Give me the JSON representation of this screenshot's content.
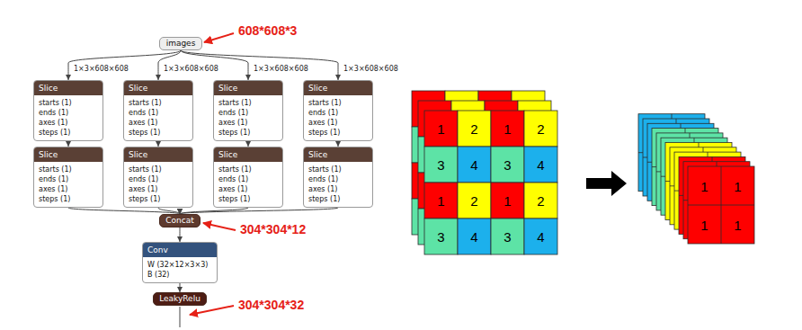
{
  "diagram": {
    "nodes": [
      {
        "text": [
          "images"
        ]
      },
      {
        "text": [
          "Slice",
          "starts (1)",
          "ends (1)",
          "axes (1)",
          "steps (1)"
        ]
      },
      {
        "text": [
          "Slice",
          "starts (1)",
          "ends (1)",
          "axes (1)",
          "steps (1)"
        ]
      },
      {
        "text": [
          "Slice",
          "starts (1)",
          "ends (1)",
          "axes (1)",
          "steps (1)"
        ]
      },
      {
        "text": [
          "Slice",
          "starts (1)",
          "ends (1)",
          "axes (1)",
          "steps (1)"
        ]
      },
      {
        "text": [
          "Slice",
          "starts (1)",
          "ends (1)",
          "axes (1)",
          "steps (1)"
        ]
      },
      {
        "text": [
          "Slice",
          "starts (1)",
          "ends (1)",
          "axes (1)",
          "steps (1)"
        ]
      },
      {
        "text": [
          "Slice",
          "starts (1)",
          "ends (1)",
          "axes (1)",
          "steps (1)"
        ]
      },
      {
        "text": [
          "Slice",
          "starts (1)",
          "ends (1)",
          "axes (1)",
          "steps (1)"
        ]
      },
      {
        "text": [
          "Concat"
        ]
      },
      {
        "text": [
          "Conv",
          "W (32×12×3×3)",
          "B (32)"
        ]
      },
      {
        "text": [
          "LeakyRelu"
        ]
      }
    ],
    "edges": [
      {
        "from": 0,
        "to": 1,
        "arrow": "to",
        "label": "1×3×608×608"
      },
      {
        "from": 0,
        "to": 2,
        "arrow": "to",
        "label": "1×3×608×608"
      },
      {
        "from": 0,
        "to": 3,
        "arrow": "to",
        "label": "1×3×608×608"
      },
      {
        "from": 0,
        "to": 4,
        "arrow": "to",
        "label": "1×3×608×608"
      },
      {
        "from": 1,
        "to": 5,
        "arrow": "to"
      },
      {
        "from": 2,
        "to": 6,
        "arrow": "to"
      },
      {
        "from": 3,
        "to": 7,
        "arrow": "to"
      },
      {
        "from": 4,
        "to": 8,
        "arrow": "to"
      },
      {
        "from": 5,
        "to": 9,
        "arrow": "to"
      },
      {
        "from": 6,
        "to": 9,
        "arrow": "to"
      },
      {
        "from": 7,
        "to": 9,
        "arrow": "to"
      },
      {
        "from": 8,
        "to": 9,
        "arrow": "to"
      },
      {
        "from": 9,
        "to": 10,
        "arrow": "to"
      },
      {
        "from": 10,
        "to": 11,
        "arrow": "to"
      }
    ],
    "labels": [
      "608*608*3",
      "304*304*12",
      "304*304*32",
      "1",
      "2",
      "1",
      "2",
      "3",
      "4",
      "3",
      "4",
      "1",
      "2",
      "1",
      "2",
      "3",
      "4",
      "3",
      "4",
      "1",
      "1",
      "1",
      "1"
    ]
  }
}
